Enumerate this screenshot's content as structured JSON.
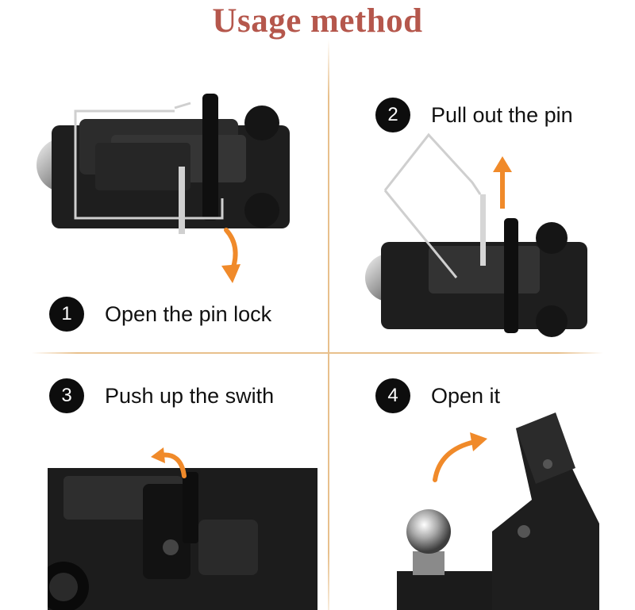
{
  "header": {
    "title": "Usage method"
  },
  "steps": [
    {
      "number": "1",
      "label": "Open the pin lock"
    },
    {
      "number": "2",
      "label": "Pull out the pin"
    },
    {
      "number": "3",
      "label": "Push up the swith"
    },
    {
      "number": "4",
      "label": "Open it"
    }
  ],
  "colors": {
    "title": "#b5574c",
    "divider": "#e8c08c",
    "arrow": "#f08a2a",
    "badge": "#0d0d0d"
  },
  "icons": {
    "arrow": "curved-arrow-icon"
  }
}
